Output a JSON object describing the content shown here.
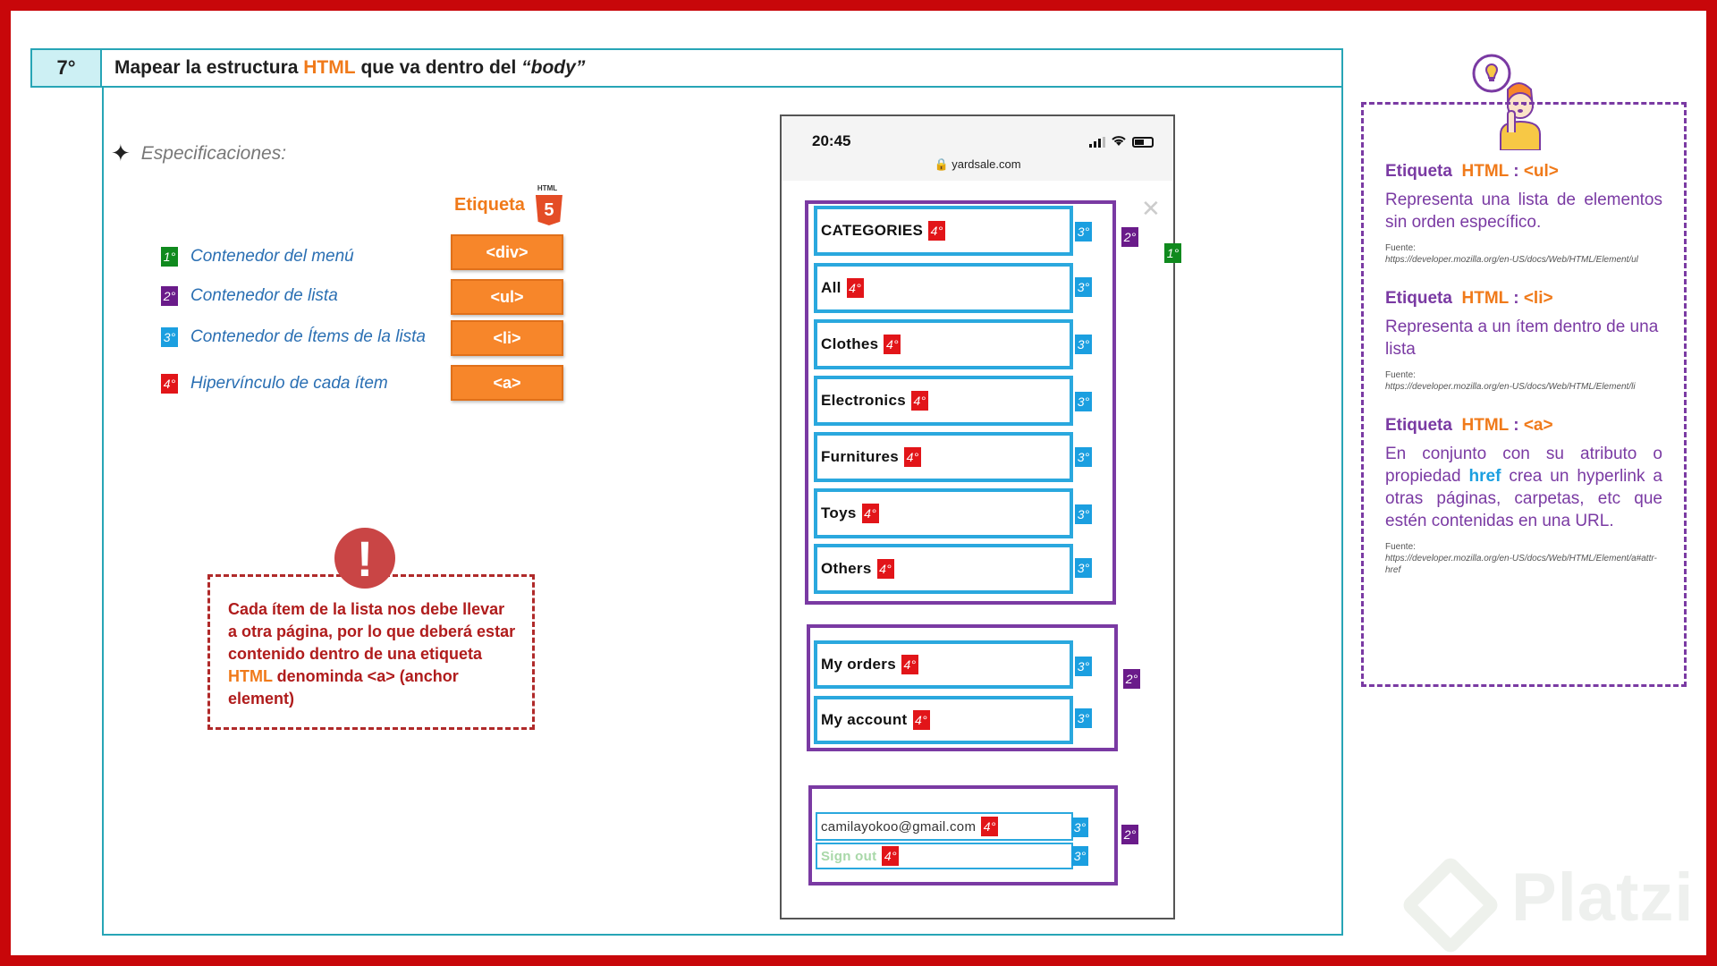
{
  "header": {
    "step": "7°",
    "title_pre": "Mapear la estructura ",
    "title_html": "HTML",
    "title_mid": " que va dentro del ",
    "title_body": "“body”"
  },
  "specs": {
    "header": "Especificaciones:",
    "etiqueta_label": "Etiqueta",
    "html5_caption": "HTML",
    "html5_glyph": "5",
    "rows": [
      {
        "badge": "1°",
        "label": "Contenedor del menú",
        "tag": "<div>"
      },
      {
        "badge": "2°",
        "label": "Contenedor de lista",
        "tag": "<ul>"
      },
      {
        "badge": "3°",
        "label": "Contenedor de Ítems de la lista",
        "tag": "<li>"
      },
      {
        "badge": "4°",
        "label": "Hipervínculo de cada ítem",
        "tag": "<a>"
      }
    ]
  },
  "alert": {
    "icon": "!",
    "text_pre": "Cada ítem de la lista nos debe llevar a otra página, por lo que deberá estar contenido dentro de una etiqueta ",
    "text_html": "HTML",
    "text_post": " denominda <a> (anchor element)"
  },
  "phone": {
    "time": "20:45",
    "url": "🔒 yardsale.com",
    "close": "✕",
    "menu_badge": "1°",
    "group_badge": "2°",
    "li_badge": "3°",
    "a_badge": "4°",
    "group1": [
      "CATEGORIES",
      "All",
      "Clothes",
      "Electronics",
      "Furnitures",
      "Toys",
      "Others"
    ],
    "group2": [
      "My orders",
      "My account"
    ],
    "group3": [
      "camilayokoo@gmail.com",
      "Sign out"
    ]
  },
  "right_panel": {
    "ul": {
      "title_pre": "Etiqueta ",
      "title_html": "HTML",
      "title_sep": " : ",
      "title_tag": "<ul>",
      "body": "Representa una lista de elementos sin orden específico.",
      "src_label": "Fuente:",
      "src_url": "https://developer.mozilla.org/en-US/docs/Web/HTML/Element/ul"
    },
    "li": {
      "title_pre": "Etiqueta ",
      "title_html": "HTML",
      "title_sep": " : ",
      "title_tag": "<li>",
      "body": "Representa a un ítem dentro de una lista",
      "src_label": "Fuente:",
      "src_url": "https://developer.mozilla.org/en-US/docs/Web/HTML/Element/li"
    },
    "a": {
      "title_pre": "Etiqueta ",
      "title_html": "HTML",
      "title_sep": " : ",
      "title_tag": "<a>",
      "body_pre": "En conjunto con su atributo o propiedad ",
      "body_href": "href",
      "body_post": " crea un hyperlink a otras páginas, carpetas, etc que estén contenidas en una URL.",
      "src_label": "Fuente:",
      "src_url": "https://developer.mozilla.org/en-US/docs/Web/HTML/Element/a#attr-href"
    }
  },
  "watermark": "Platzi",
  "colors": {
    "frame": "#c8070a",
    "teal": "#27a5b6",
    "orange": "#f07a1a",
    "purple": "#7a3aa3",
    "blue": "#2aa8de",
    "red": "#e21519",
    "green": "#108a1e"
  }
}
